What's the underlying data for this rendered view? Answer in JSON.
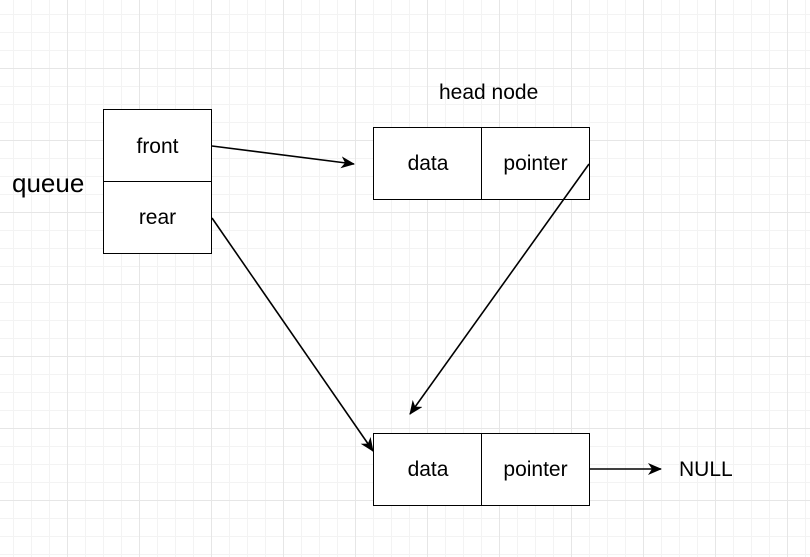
{
  "queue": {
    "label": "queue",
    "front_label": "front",
    "rear_label": "rear"
  },
  "head_node": {
    "caption": "head node",
    "data_label": "data",
    "pointer_label": "pointer"
  },
  "tail_node": {
    "data_label": "data",
    "pointer_label": "pointer",
    "null_label": "NULL"
  }
}
